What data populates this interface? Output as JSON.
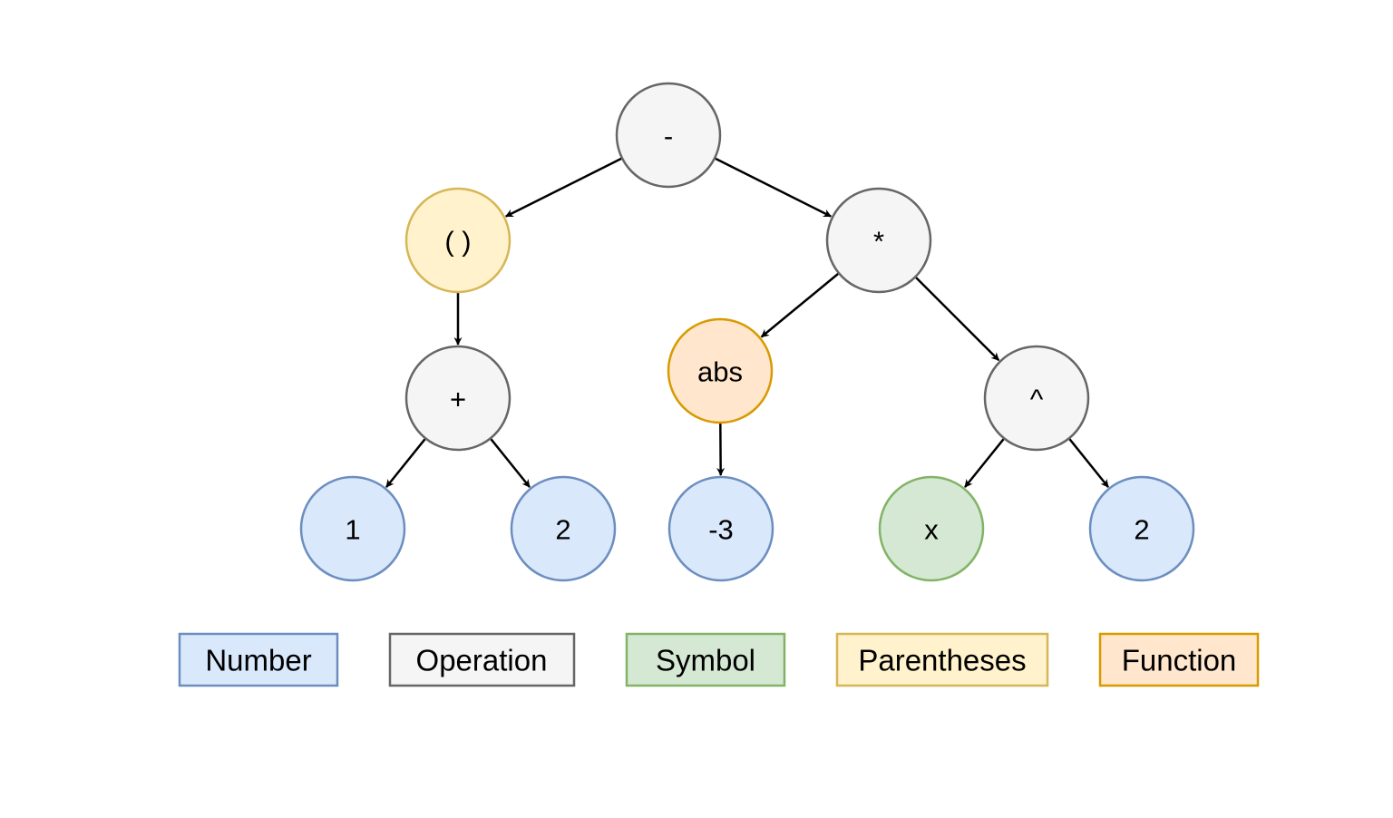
{
  "colors": {
    "number": {
      "fill": "#dae8fc",
      "stroke": "#6c8ebf"
    },
    "operation": {
      "fill": "#f5f5f5",
      "stroke": "#666666"
    },
    "symbol": {
      "fill": "#d5e8d4",
      "stroke": "#82b366"
    },
    "parentheses": {
      "fill": "#fff2cc",
      "stroke": "#d6b656"
    },
    "function": {
      "fill": "#ffe6cc",
      "stroke": "#d79b00"
    },
    "edge": "#000000"
  },
  "tree": {
    "nodes": {
      "minus": {
        "label": "-",
        "kind": "operation"
      },
      "parens": {
        "label": "( )",
        "kind": "parentheses"
      },
      "times": {
        "label": "*",
        "kind": "operation"
      },
      "plus": {
        "label": "+",
        "kind": "operation"
      },
      "abs": {
        "label": "abs",
        "kind": "function"
      },
      "power": {
        "label": "^",
        "kind": "operation"
      },
      "one": {
        "label": "1",
        "kind": "number"
      },
      "two_a": {
        "label": "2",
        "kind": "number"
      },
      "neg_three": {
        "label": "-3",
        "kind": "number"
      },
      "x": {
        "label": "x",
        "kind": "symbol"
      },
      "two_b": {
        "label": "2",
        "kind": "number"
      }
    },
    "edges": [
      {
        "from": "minus",
        "to": "parens"
      },
      {
        "from": "minus",
        "to": "times"
      },
      {
        "from": "parens",
        "to": "plus"
      },
      {
        "from": "times",
        "to": "abs"
      },
      {
        "from": "times",
        "to": "power"
      },
      {
        "from": "plus",
        "to": "one"
      },
      {
        "from": "plus",
        "to": "two_a"
      },
      {
        "from": "abs",
        "to": "neg_three"
      },
      {
        "from": "power",
        "to": "x"
      },
      {
        "from": "power",
        "to": "two_b"
      }
    ]
  },
  "legend": {
    "number": "Number",
    "operation": "Operation",
    "symbol": "Symbol",
    "parentheses": "Parentheses",
    "function": "Function"
  }
}
